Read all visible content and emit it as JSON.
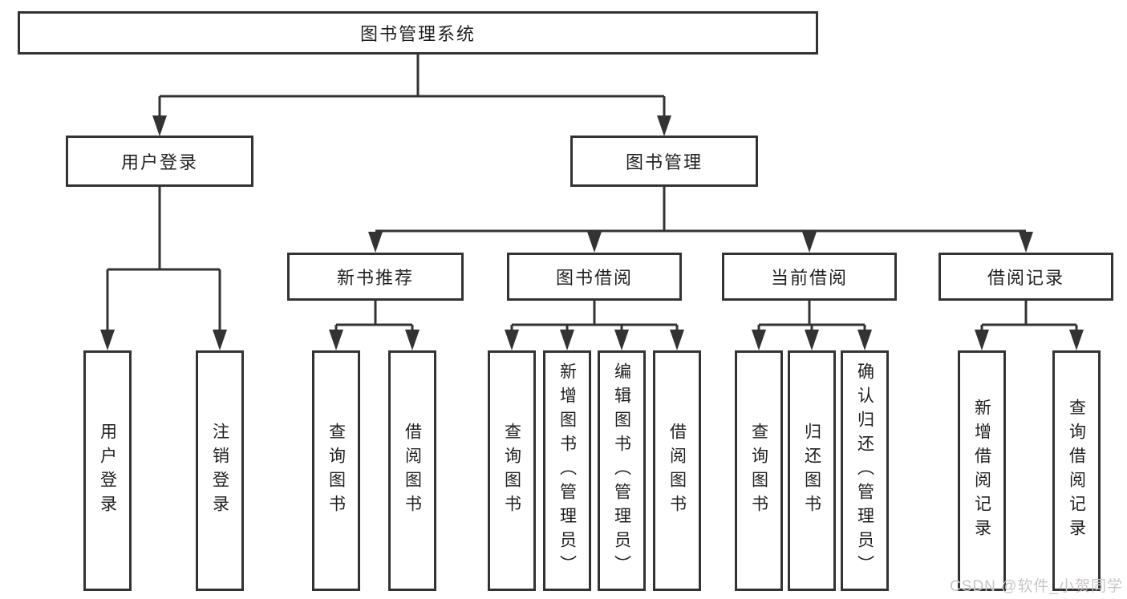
{
  "root": {
    "label": "图书管理系统"
  },
  "groups": {
    "user_login": {
      "label": "用户登录",
      "children": [
        "用户登录",
        "注销登录"
      ]
    },
    "book_mgmt": {
      "label": "图书管理"
    },
    "new_book_rec": {
      "label": "新书推荐",
      "children": [
        "查询图书",
        "借阅图书"
      ]
    },
    "book_borrow": {
      "label": "图书借阅",
      "children": [
        "查询图书",
        "新增图书（管理员）",
        "编辑图书（管理员）",
        "借阅图书"
      ]
    },
    "current_borrow": {
      "label": "当前借阅",
      "children": [
        "查询图书",
        "归还图书",
        "确认归还（管理员）"
      ]
    },
    "borrow_records": {
      "label": "借阅记录",
      "children": [
        "新增借阅记录",
        "查询借阅记录"
      ]
    }
  },
  "watermark": {
    "text": "CSDN @软件_小贺同学"
  },
  "colors": {
    "line": "#333333",
    "text": "#1f1f1f",
    "box_background": "#ffffff",
    "page_background": "#ffffff",
    "watermark": "#c9c5c5"
  }
}
